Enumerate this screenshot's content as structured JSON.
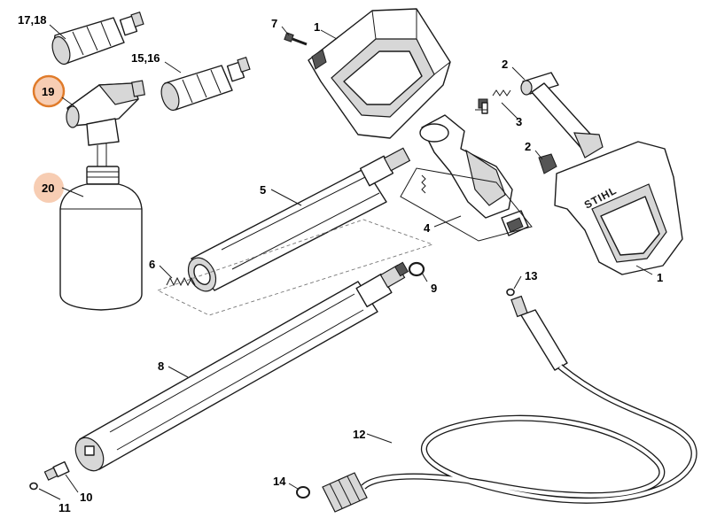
{
  "labels": {
    "p17_18": "17,18",
    "p15_16": "15,16",
    "p19": "19",
    "p20": "20",
    "p7": "7",
    "p1_top": "1",
    "p2_top": "2",
    "p3": "3",
    "p2_mid": "2",
    "p5": "5",
    "p4": "4",
    "p1_right": "1",
    "p6": "6",
    "p9": "9",
    "p13": "13",
    "p8": "8",
    "p12": "12",
    "p14": "14",
    "p10": "10",
    "p11": "11"
  },
  "brand": "STIHL",
  "colors": {
    "highlight_circle_19": "#e07b2a",
    "highlight_fill_20": "#f7cdb3"
  }
}
